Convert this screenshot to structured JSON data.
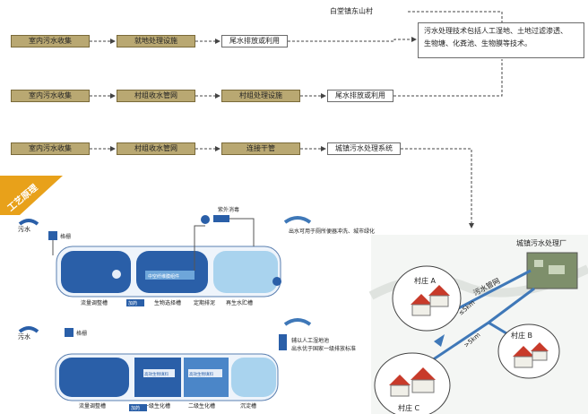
{
  "flow": {
    "row1": [
      "室内污水收集",
      "就地处理设施",
      "尾水排放或利用"
    ],
    "row2": [
      "室内污水收集",
      "村组收水管网",
      "村组处理设施",
      "尾水排放或利用"
    ],
    "row3": [
      "室内污水收集",
      "村组收水管网",
      "连接干管",
      "城镇污水处理系统"
    ],
    "village_label": "白堂镇东山村",
    "note_lines": [
      "污水处理技术包括人工湿地、土地过滤渗透、",
      "生物塘、化粪池、生物膜等技术。"
    ]
  },
  "process": {
    "banner": "工艺原理",
    "top": {
      "inlet": "污水",
      "screen": "格栅",
      "disinfect": "紫外消毒",
      "outlet": "出水可用于厕所便器冲洗、城市绿化",
      "tank1": "流量调整槽",
      "tank2": "生物选择槽",
      "tank3": "再生水贮槽",
      "inner_label": "中空纤维膜组件",
      "dosing": "加药",
      "backwash": "定期排泥"
    },
    "bottom": {
      "inlet": "污水",
      "screen": "格栅",
      "outlet_lines": [
        "辅以人工湿地池",
        "出水优于国家一级排放标准"
      ],
      "tank1": "流量调整槽",
      "tank2": "一级生化槽",
      "tank3": "二级生化槽",
      "tank4": "沉淀槽",
      "inner1": "高效生物填料",
      "inner2": "高效生物填料",
      "dosing": "加药"
    }
  },
  "map": {
    "plant": "城镇污水处理厂",
    "pipe": "污水管网",
    "villageA": "村庄 A",
    "villageB": "村庄 B",
    "villageC": "村庄 C",
    "distA": "≤5km",
    "distB": ">5km"
  },
  "colors": {
    "olive": "#b9a872",
    "tank_blue": "#2a5fa8",
    "tank_light": "#a9d3ee",
    "orange": "#e8a11a",
    "arrow_blue": "#3f78b8"
  }
}
